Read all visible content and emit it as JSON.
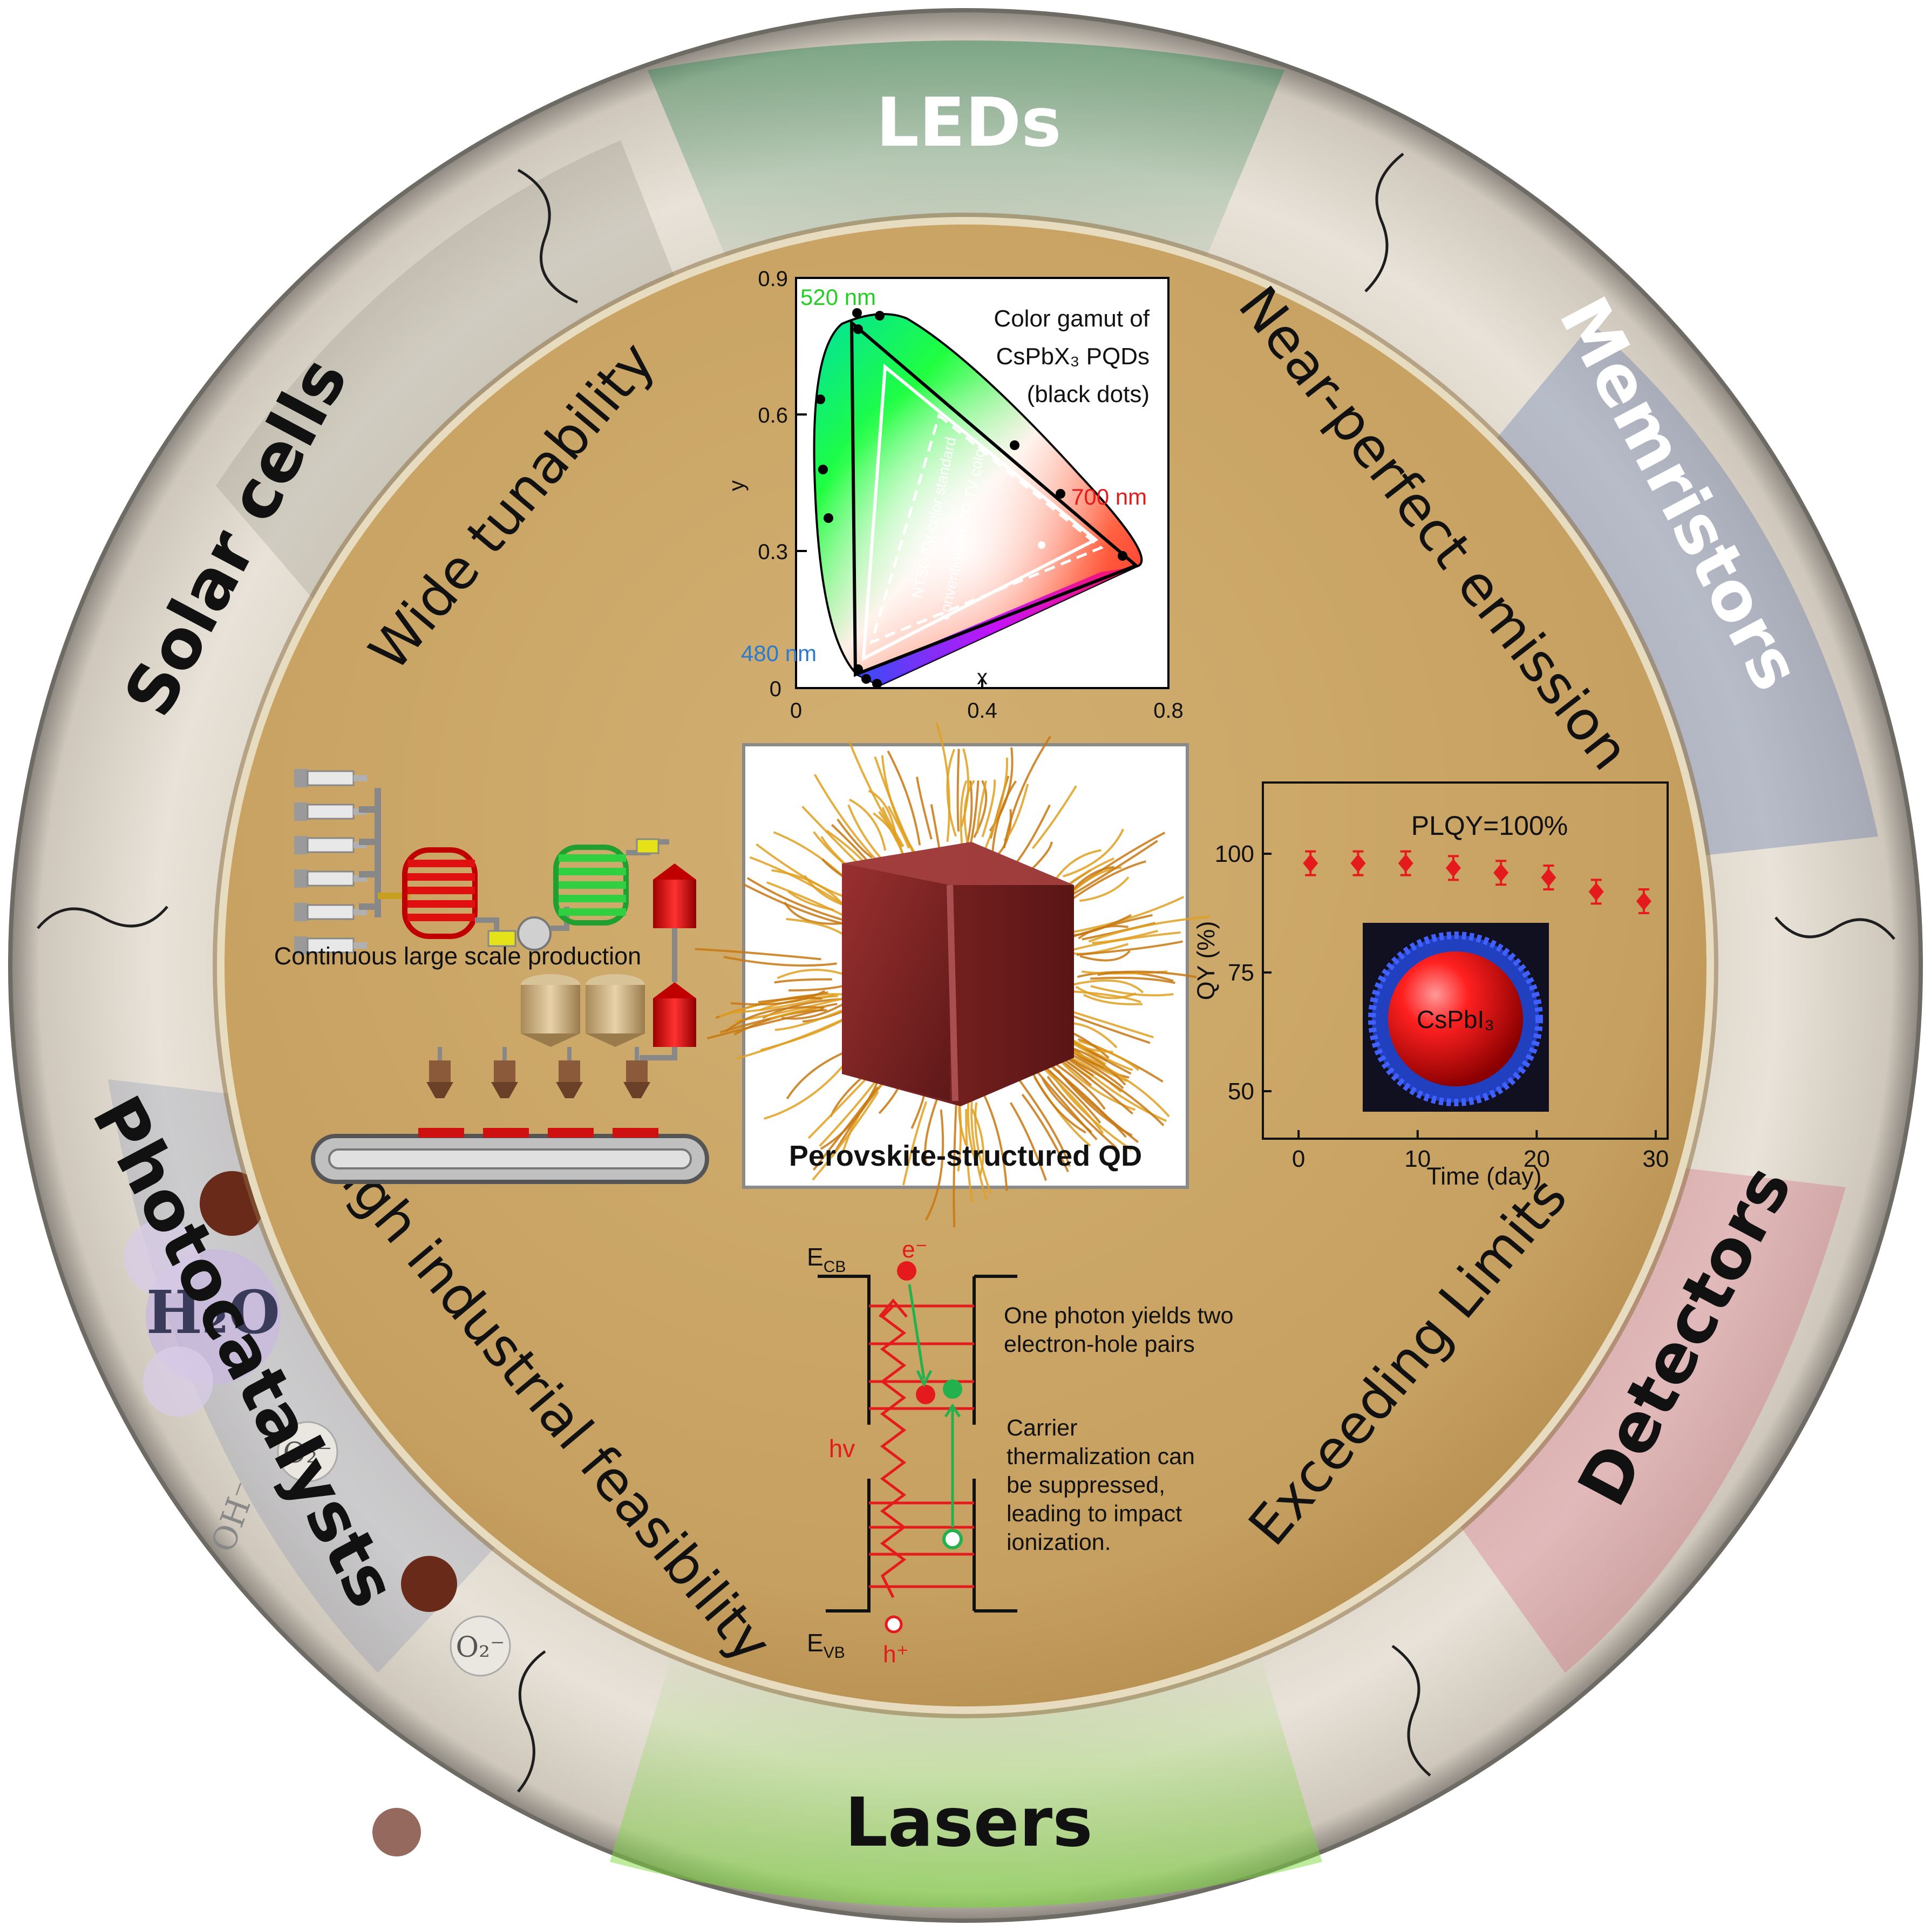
{
  "ring_labels": {
    "leds": "LEDs",
    "memristors": "Memristors",
    "detectors": "Detectors",
    "lasers": "Lasers",
    "photocatalysts": "Photocatalysts",
    "solar_cells": "Solar cells"
  },
  "decor_text": {
    "h2o": "H₂O",
    "o2_minus": "O₂⁻",
    "oh_minus": "OH⁻"
  },
  "features": {
    "wide_tunability": "Wide tunability",
    "near_perfect_emission": "Near-perfect emission",
    "high_industrial_feasibility": "high industrial feasibility",
    "exceeding_limits": "Exceeding Limits"
  },
  "center": {
    "qd_caption": "Perovskite-structured QD"
  },
  "production": {
    "caption": "Continuous large scale production"
  },
  "cie": {
    "annotation_lines": [
      "Color gamut of",
      "CsPbX₃ PQDs",
      "(black dots)"
    ],
    "wavelength_labels": {
      "green": "520 nm",
      "red": "700 nm",
      "blue": "480 nm"
    },
    "triangle_labels": {
      "ntsc": "NTSC TV color standard",
      "lcd": "conventional LCD TV color"
    },
    "xlabel": "x",
    "ylabel": "y",
    "x_ticks": [
      "0",
      "0.4",
      "0.8"
    ],
    "y_ticks": [
      "0",
      "0.3",
      "0.6",
      "0.9"
    ]
  },
  "chart_data": {
    "type": "scatter",
    "title": "PLQY=100%",
    "xlabel": "Time (day)",
    "ylabel": "QY (%)",
    "xlim": [
      -3,
      31
    ],
    "ylim": [
      40,
      115
    ],
    "x_ticks": [
      0,
      10,
      20,
      30
    ],
    "y_ticks": [
      50,
      75,
      100
    ],
    "grid": false,
    "series": [
      {
        "x": [
          1,
          5,
          9,
          13,
          17,
          21,
          25,
          29
        ],
        "y": [
          98,
          98,
          98,
          97,
          96,
          95,
          92,
          90
        ],
        "error": [
          2.5,
          2.5,
          2.5,
          2.5,
          2.5,
          2.5,
          2.5,
          2.5
        ],
        "marker": "diamond",
        "color": "#e41a1c"
      }
    ],
    "inset_label": "CsPbI₃"
  },
  "band": {
    "ecb": "E",
    "ecb_sub": "CB",
    "evb": "E",
    "evb_sub": "VB",
    "electron": "e⁻",
    "hole": "h⁺",
    "hv": "hv",
    "text1": [
      "One photon yields two",
      "electron-hole pairs"
    ],
    "text2": [
      "Carrier",
      "thermalization can",
      "be suppressed,",
      "leading to impact",
      "ionization."
    ]
  },
  "colors": {
    "gold": "#c9a563",
    "red": "#e41a1c",
    "green": "#22b14c"
  }
}
